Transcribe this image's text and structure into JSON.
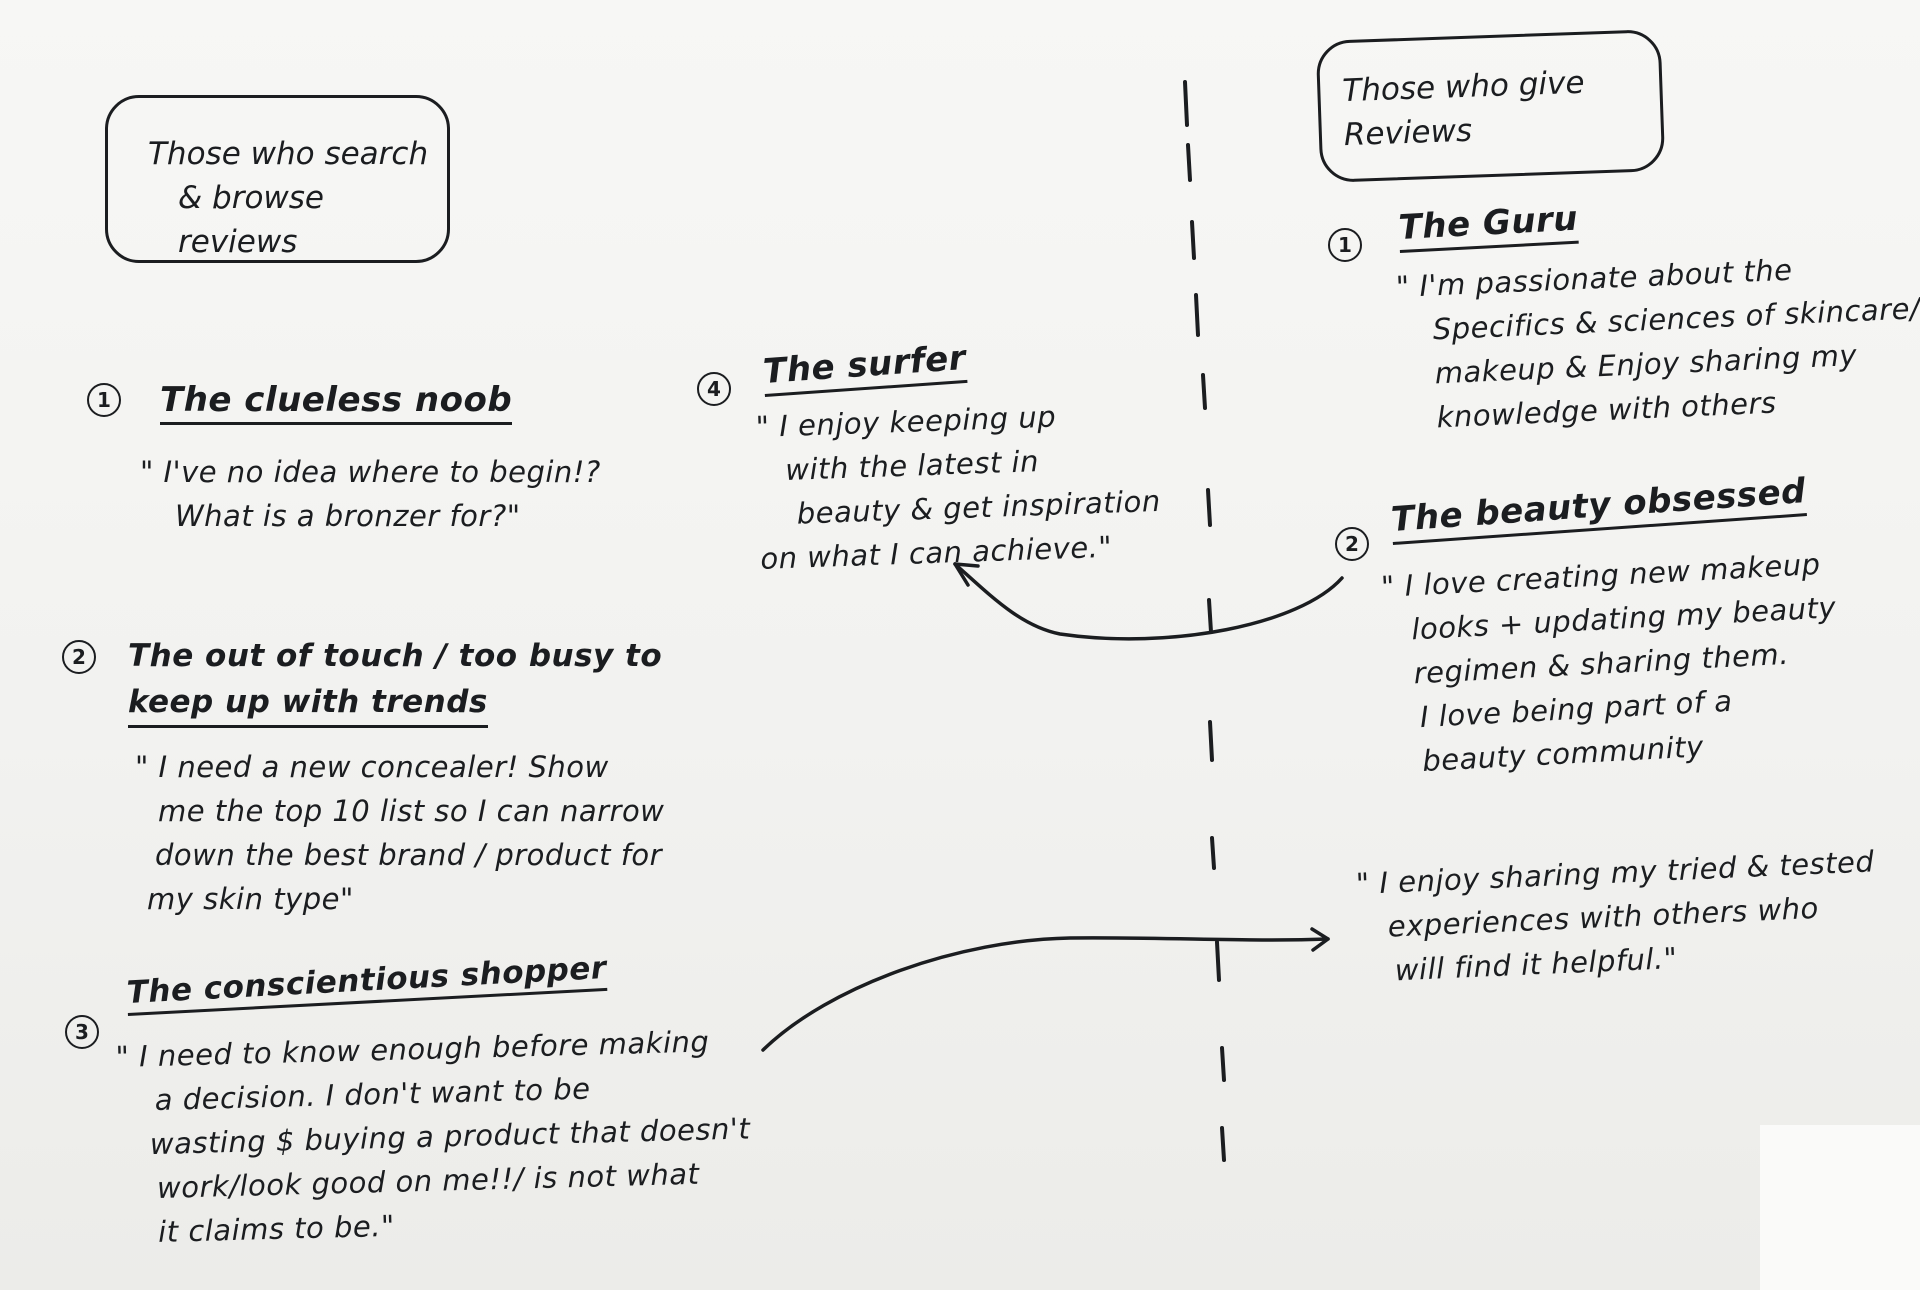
{
  "browsers": {
    "box_line1": "Those who search",
    "box_line2": "& browse reviews",
    "persona1": {
      "number": "1",
      "title": "The clueless noob",
      "quote_line1": "\" I've no idea where to begin!?",
      "quote_line2": "What is a bronzer for?\""
    },
    "persona2": {
      "number": "2",
      "title_line1": "The out of touch / too busy to",
      "title_line2": "keep up with trends",
      "quote_line1": "\" I need a new concealer! Show",
      "quote_line2": "me the top 10 list so I can narrow",
      "quote_line3": "down the best brand / product for",
      "quote_line4": "my skin type\""
    },
    "persona3": {
      "number": "3",
      "title": "The conscientious shopper",
      "quote_line1": "\" I need to know enough before making",
      "quote_line2": "a decision. I don't want to be",
      "quote_line3": "wasting $ buying a product that doesn't",
      "quote_line4": "work/look good on me!!/ is not what",
      "quote_line5": "it claims to be.\""
    },
    "persona4": {
      "number": "4",
      "title": "The surfer",
      "quote_line1": "\" I enjoy keeping up",
      "quote_line2": "with the latest in",
      "quote_line3": "beauty & get inspiration",
      "quote_line4": "on what I can achieve.\""
    }
  },
  "givers": {
    "box_line1": "Those who give",
    "box_line2": "Reviews",
    "persona1": {
      "number": "1",
      "title": "The Guru",
      "quote_line1": "\" I'm passionate about the",
      "quote_line2": "Specifics & sciences of skincare/",
      "quote_line3": "makeup & Enjoy sharing my",
      "quote_line4": "knowledge with others"
    },
    "persona2": {
      "number": "2",
      "title": "The beauty obsessed",
      "quote_line1": "\" I love creating new makeup",
      "quote_line2": "looks + updating my beauty",
      "quote_line3": "regimen & sharing them.",
      "quote_line4": "I love being part of a",
      "quote_line5": "beauty community"
    },
    "motivation": {
      "quote_line1": "\" I enjoy sharing my tried & tested",
      "quote_line2": "experiences with others who",
      "quote_line3": "will find it helpful.\""
    }
  },
  "colors": {
    "ink": "#1b1d20",
    "paper": "#f3f3f1"
  }
}
